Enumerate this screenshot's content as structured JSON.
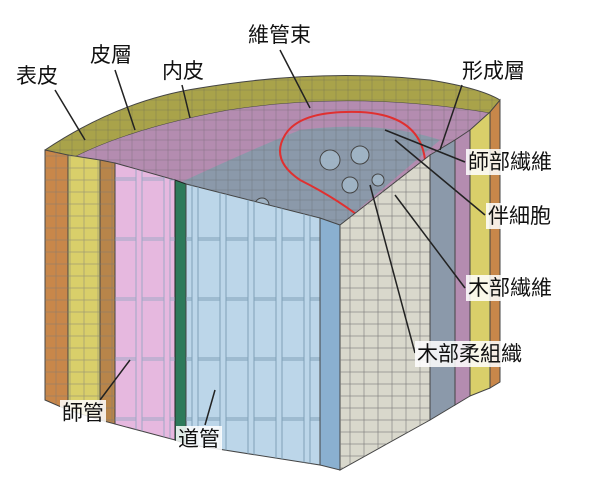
{
  "labels": {
    "epidermis": "表皮",
    "cortex": "皮層",
    "endodermis": "内皮",
    "vascular_bundle": "維管束",
    "cambium": "形成層",
    "phloem_fiber": "師部繊維",
    "companion_cell": "伴細胞",
    "xylem_fiber": "木部繊維",
    "xylem_parenchyma": "木部柔組織",
    "sieve_tube": "師管",
    "vessel": "道管"
  },
  "colors": {
    "bark": "#c8874a",
    "outer_yellow": "#d9cf6a",
    "cortex_top": "#a9a34a",
    "phloem_pink": "#e6b8df",
    "cortex_purple": "#b48cb0",
    "cambium_green": "#2d7a5a",
    "xylem_blue": "#bcd6e9",
    "xylem_top": "#8b99aa",
    "wood_face": "#d9d8cc",
    "outline_red": "#e03030"
  }
}
